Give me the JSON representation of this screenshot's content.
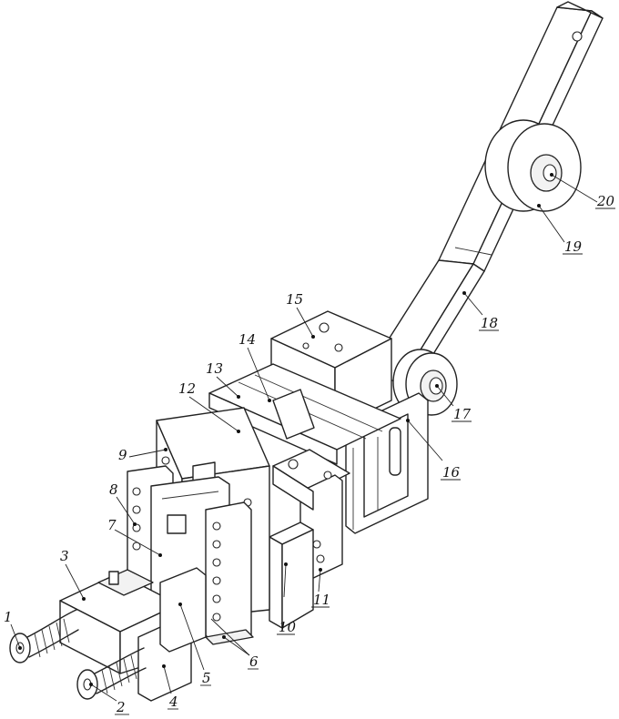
{
  "figure": {
    "labels": [
      {
        "id": "1",
        "text": "1"
      },
      {
        "id": "2",
        "text": "2"
      },
      {
        "id": "3",
        "text": "3"
      },
      {
        "id": "4",
        "text": "4"
      },
      {
        "id": "5",
        "text": "5"
      },
      {
        "id": "6",
        "text": "6"
      },
      {
        "id": "7",
        "text": "7"
      },
      {
        "id": "8",
        "text": "8"
      },
      {
        "id": "9",
        "text": "9"
      },
      {
        "id": "10",
        "text": "10"
      },
      {
        "id": "11",
        "text": "11"
      },
      {
        "id": "12",
        "text": "12"
      },
      {
        "id": "13",
        "text": "13"
      },
      {
        "id": "14",
        "text": "14"
      },
      {
        "id": "15",
        "text": "15"
      },
      {
        "id": "16",
        "text": "16"
      },
      {
        "id": "17",
        "text": "17"
      },
      {
        "id": "18",
        "text": "18"
      },
      {
        "id": "19",
        "text": "19"
      },
      {
        "id": "20",
        "text": "20"
      }
    ]
  }
}
